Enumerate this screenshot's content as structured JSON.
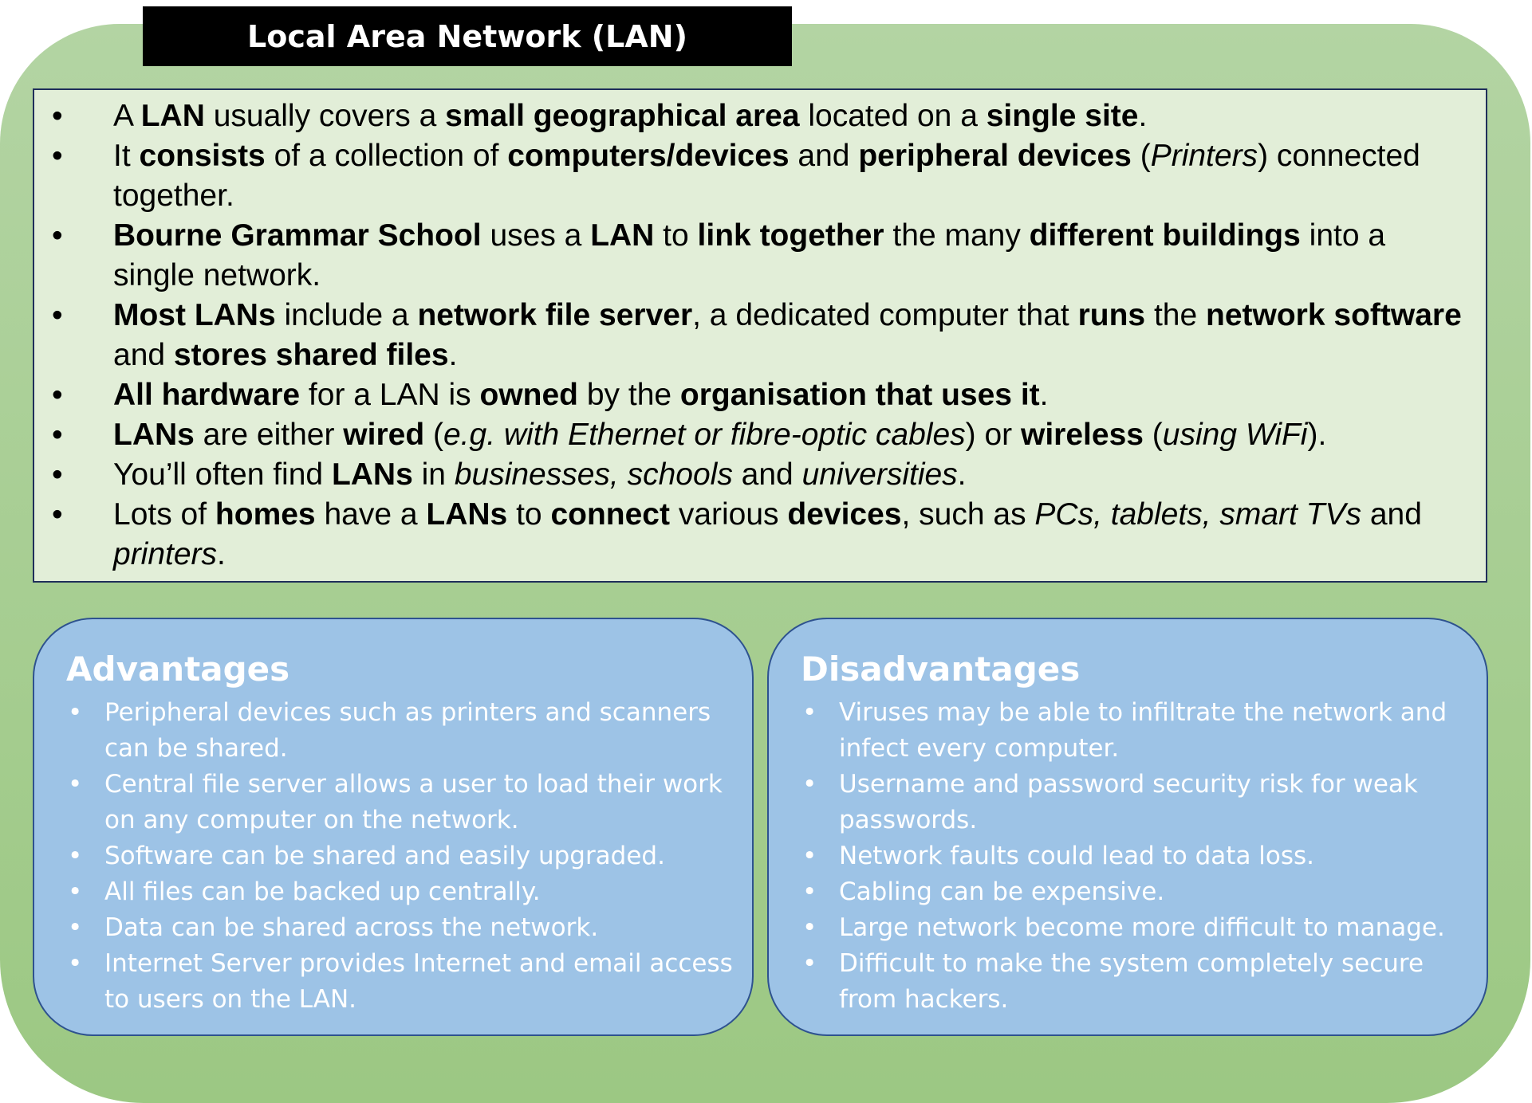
{
  "title": "Local Area Network (LAN)",
  "bullet_char": "•",
  "info_items": [
    [
      {
        "t": "A ",
        "s": "n"
      },
      {
        "t": "LAN",
        "s": "b"
      },
      {
        "t": " usually covers a ",
        "s": "n"
      },
      {
        "t": "small geographical area",
        "s": "b"
      },
      {
        "t": " located on a ",
        "s": "n"
      },
      {
        "t": "single site",
        "s": "b"
      },
      {
        "t": ".",
        "s": "n"
      }
    ],
    [
      {
        "t": "It ",
        "s": "n"
      },
      {
        "t": "consists",
        "s": "b"
      },
      {
        "t": " of a collection of ",
        "s": "n"
      },
      {
        "t": "computers/devices",
        "s": "b"
      },
      {
        "t": " and ",
        "s": "n"
      },
      {
        "t": "peripheral devices",
        "s": "b"
      },
      {
        "t": " (",
        "s": "n"
      },
      {
        "t": "Printers",
        "s": "i"
      },
      {
        "t": ") connected together.",
        "s": "n"
      }
    ],
    [
      {
        "t": "Bourne Grammar School",
        "s": "b"
      },
      {
        "t": " uses a ",
        "s": "n"
      },
      {
        "t": "LAN",
        "s": "b"
      },
      {
        "t": " to ",
        "s": "n"
      },
      {
        "t": "link together",
        "s": "b"
      },
      {
        "t": " the many ",
        "s": "n"
      },
      {
        "t": "different buildings",
        "s": "b"
      },
      {
        "t": " into a single network.",
        "s": "n"
      }
    ],
    [
      {
        "t": "Most LANs",
        "s": "b"
      },
      {
        "t": " include a ",
        "s": "n"
      },
      {
        "t": "network file server",
        "s": "b"
      },
      {
        "t": ", a dedicated computer that ",
        "s": "n"
      },
      {
        "t": "runs",
        "s": "b"
      },
      {
        "t": " the ",
        "s": "n"
      },
      {
        "t": "network software",
        "s": "b"
      },
      {
        "t": " and ",
        "s": "n"
      },
      {
        "t": "stores shared files",
        "s": "b"
      },
      {
        "t": ".",
        "s": "n"
      }
    ],
    [
      {
        "t": "All hardware",
        "s": "b"
      },
      {
        "t": " for a LAN is ",
        "s": "n"
      },
      {
        "t": "owned",
        "s": "b"
      },
      {
        "t": " by the ",
        "s": "n"
      },
      {
        "t": "organisation that uses it",
        "s": "b"
      },
      {
        "t": ".",
        "s": "n"
      }
    ],
    [
      {
        "t": "LANs",
        "s": "b"
      },
      {
        "t": " are either ",
        "s": "n"
      },
      {
        "t": "wired",
        "s": "b"
      },
      {
        "t": " (",
        "s": "n"
      },
      {
        "t": "e.g. with Ethernet or fibre-optic cables",
        "s": "i"
      },
      {
        "t": ") or ",
        "s": "n"
      },
      {
        "t": "wireless",
        "s": "b"
      },
      {
        "t": " (",
        "s": "n"
      },
      {
        "t": "using WiFi",
        "s": "i"
      },
      {
        "t": ").",
        "s": "n"
      }
    ],
    [
      {
        "t": "You’ll often find ",
        "s": "n"
      },
      {
        "t": "LANs",
        "s": "b"
      },
      {
        "t": " in ",
        "s": "n"
      },
      {
        "t": "businesses, schools",
        "s": "i"
      },
      {
        "t": " and ",
        "s": "n"
      },
      {
        "t": "universities",
        "s": "i"
      },
      {
        "t": ".",
        "s": "n"
      }
    ],
    [
      {
        "t": "Lots of ",
        "s": "n"
      },
      {
        "t": "homes",
        "s": "b"
      },
      {
        "t": " have a ",
        "s": "n"
      },
      {
        "t": "LANs",
        "s": "b"
      },
      {
        "t": " to ",
        "s": "n"
      },
      {
        "t": "connect",
        "s": "b"
      },
      {
        "t": " various ",
        "s": "n"
      },
      {
        "t": "devices",
        "s": "b"
      },
      {
        "t": ", such as ",
        "s": "n"
      },
      {
        "t": "PCs, tablets, smart TVs",
        "s": "i"
      },
      {
        "t": " and ",
        "s": "n"
      },
      {
        "t": "printers",
        "s": "i"
      },
      {
        "t": ".",
        "s": "n"
      }
    ]
  ],
  "advantages": {
    "heading": "Advantages",
    "items": [
      "Peripheral devices such as printers and scanners can be shared.",
      "Central file server allows a user to load their work on any computer on the network.",
      "Software can be shared and easily upgraded.",
      "All files can be backed up centrally.",
      "Data can be shared across the network.",
      "Internet Server provides Internet and email access to users on the LAN."
    ]
  },
  "disadvantages": {
    "heading": "Disadvantages",
    "items": [
      "Viruses may be able to infiltrate the network and infect every computer.",
      "Username and password security risk for weak passwords.",
      "Network faults could lead to data loss.",
      "Cabling can be expensive.",
      "Large network become more difficult to manage.",
      "Difficult to make the system completely secure from hackers."
    ]
  },
  "colors": {
    "outer_green": "#a8cf93",
    "info_bg": "#e2eed8",
    "panel_blue": "#9dc3e6",
    "panel_border": "#2e528f",
    "title_bg": "#000000"
  }
}
